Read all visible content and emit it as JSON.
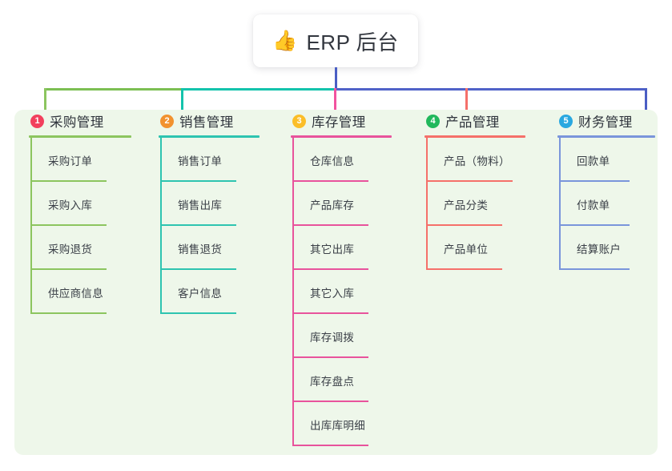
{
  "root": {
    "icon": "thumbs-up-icon",
    "icon_glyph": "👍",
    "title": "ERP 后台"
  },
  "colors": {
    "panel_bg": "#eef7ea",
    "page_bg": "#ffffff",
    "stem": "#4a5ec4",
    "bus_green": "#7cbf53",
    "bus_teal": "#14c3ac",
    "bus_blue": "#5062c8",
    "text": "#33373f"
  },
  "columns": [
    {
      "number": "1",
      "title": "采购管理",
      "badge_color": "#f2405d",
      "line_color": "#8cc55f",
      "drop_color": "#8cc55f",
      "items": [
        "采购订单",
        "采购入库",
        "采购退货",
        "供应商信息"
      ]
    },
    {
      "number": "2",
      "title": "销售管理",
      "badge_color": "#f2922f",
      "line_color": "#2ec4b0",
      "drop_color": "#14c3ac",
      "items": [
        "销售订单",
        "销售出库",
        "销售退货",
        "客户信息"
      ]
    },
    {
      "number": "3",
      "title": "库存管理",
      "badge_color": "#fbbe28",
      "line_color": "#e8539c",
      "drop_color": "#f2539f",
      "items": [
        "仓库信息",
        "产品库存",
        "其它出库",
        "其它入库",
        "库存调拨",
        "库存盘点",
        "出库库明细"
      ]
    },
    {
      "number": "4",
      "title": "产品管理",
      "badge_color": "#21b85c",
      "line_color": "#f5706a",
      "drop_color": "#f5706a",
      "items": [
        "产品（物料）",
        "产品分类",
        "产品单位"
      ]
    },
    {
      "number": "5",
      "title": "财务管理",
      "badge_color": "#29a8e0",
      "line_color": "#7a95db",
      "drop_color": "#4a5ec4",
      "items": [
        "回款单",
        "付款单",
        "结算账户"
      ]
    }
  ]
}
